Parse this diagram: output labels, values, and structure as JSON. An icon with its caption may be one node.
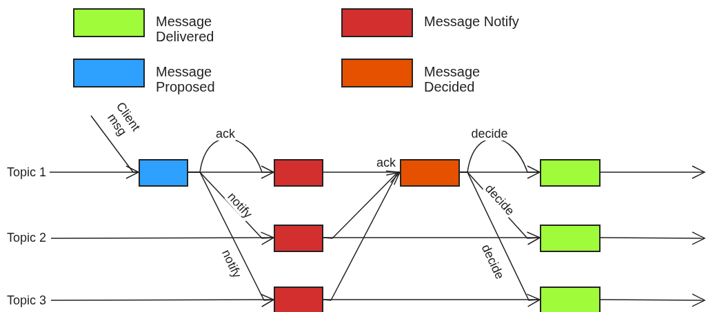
{
  "diagram": {
    "nodes": [
      {
        "text": [
          "Topic 1"
        ]
      },
      {
        "text": [
          "Topic 2"
        ]
      },
      {
        "text": [
          "Topic 3"
        ]
      },
      {
        "text": [],
        "shape": "box"
      },
      {
        "text": [],
        "shape": "box"
      },
      {
        "text": [],
        "shape": "box"
      },
      {
        "text": [],
        "shape": "box"
      },
      {
        "text": [],
        "shape": "box"
      },
      {
        "text": [],
        "shape": "box"
      },
      {
        "text": [],
        "shape": "box"
      },
      {
        "text": [],
        "shape": "box"
      }
    ],
    "edges": [
      {
        "from": null,
        "to": 3,
        "arrow": "to",
        "label": "Client msg"
      },
      {
        "from": 3,
        "to": 4,
        "arrow": "to",
        "label": "ack"
      },
      {
        "from": 3,
        "to": 5,
        "arrow": "to",
        "label": "notify"
      },
      {
        "from": 3,
        "to": 6,
        "arrow": "to",
        "label": "notify"
      },
      {
        "from": 5,
        "to": 7,
        "arrow": "to",
        "label": "ack"
      },
      {
        "from": 6,
        "to": 7,
        "arrow": "to"
      },
      {
        "from": 7,
        "to": 8,
        "arrow": "to",
        "label": "decide"
      },
      {
        "from": 7,
        "to": 9,
        "arrow": "to",
        "label": "decide"
      },
      {
        "from": 7,
        "to": 10,
        "arrow": "to",
        "label": "decide"
      },
      {
        "from": 0,
        "to": 3,
        "arrow": "none"
      },
      {
        "from": 3,
        "to": 4,
        "arrow": "none"
      },
      {
        "from": 4,
        "to": 7,
        "arrow": "none"
      },
      {
        "from": 7,
        "to": 8,
        "arrow": "none"
      },
      {
        "from": 8,
        "to": null,
        "arrow": "to"
      },
      {
        "from": 1,
        "to": 5,
        "arrow": "none"
      },
      {
        "from": 5,
        "to": 9,
        "arrow": "none"
      },
      {
        "from": 9,
        "to": null,
        "arrow": "to"
      },
      {
        "from": 2,
        "to": 6,
        "arrow": "none"
      },
      {
        "from": 6,
        "to": 10,
        "arrow": "none"
      },
      {
        "from": 10,
        "to": null,
        "arrow": "to"
      }
    ],
    "legend": [
      {
        "text": "Message Delivered",
        "color": "#a0fc3a"
      },
      {
        "text": "Message Notify",
        "color": "#d32f2f"
      },
      {
        "text": "Message Proposed",
        "color": "#2ea1ff"
      },
      {
        "text": "Message Decided",
        "color": "#e65100"
      }
    ]
  }
}
